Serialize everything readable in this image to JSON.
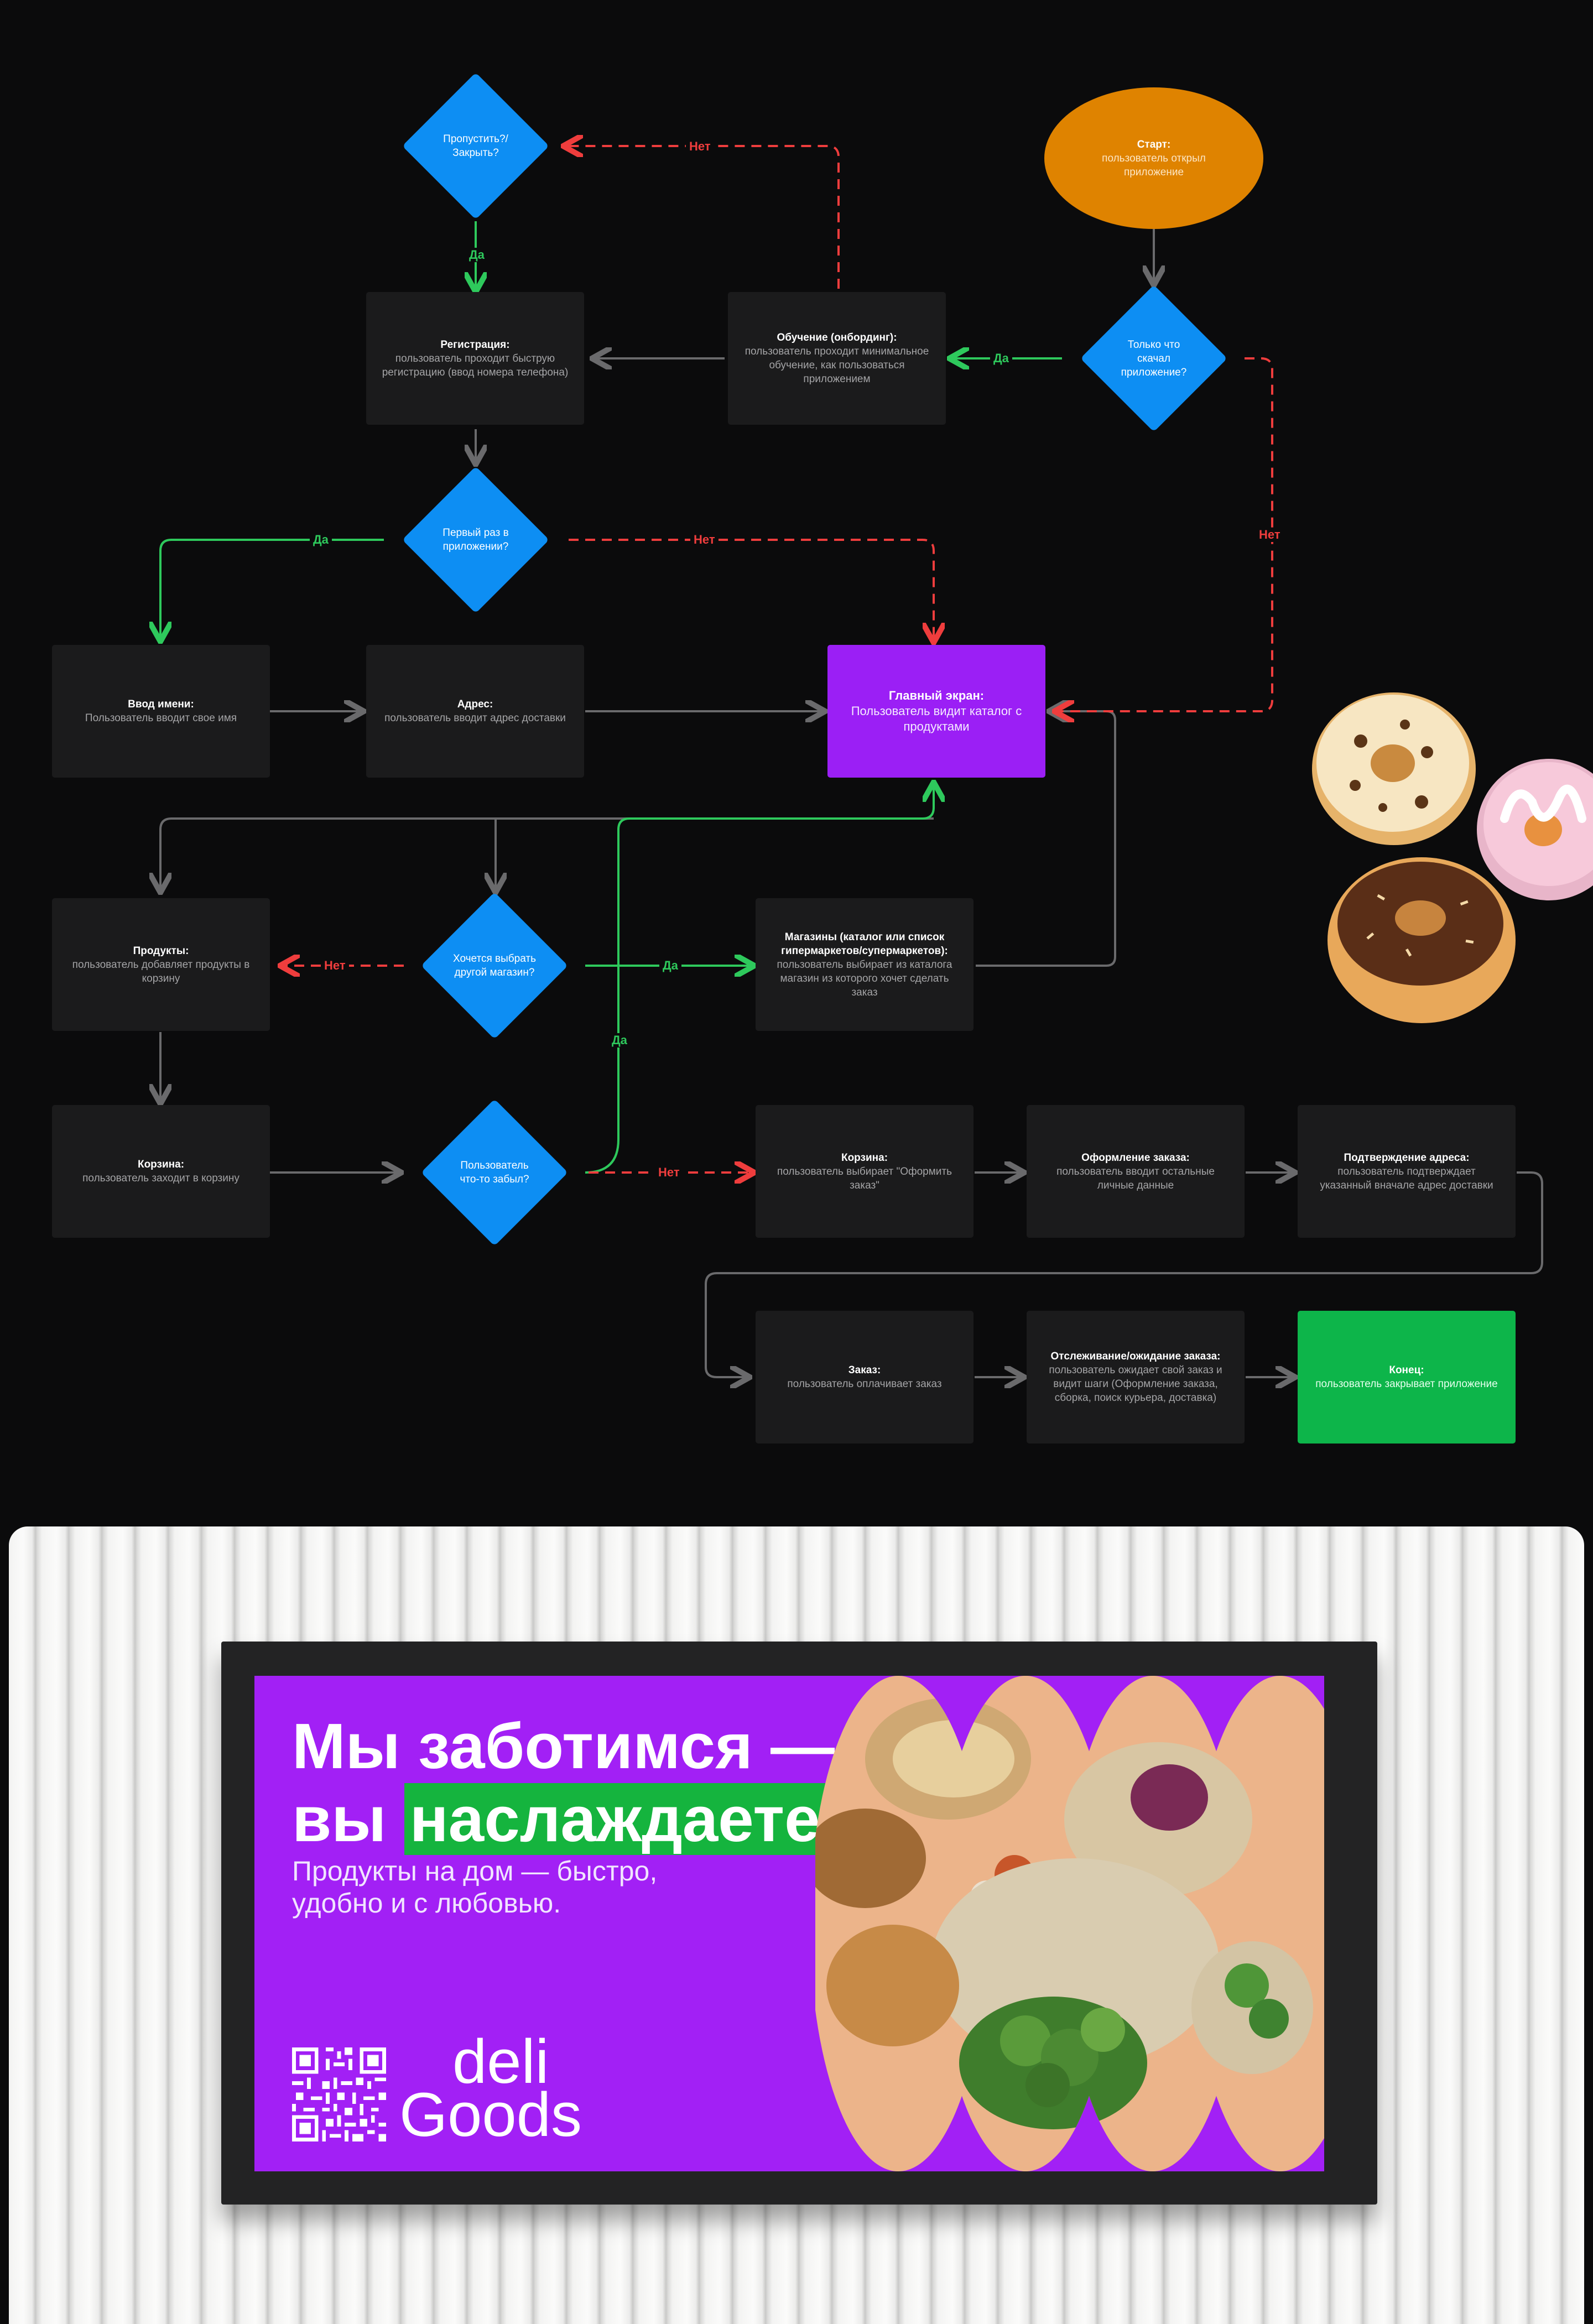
{
  "flowchart": {
    "colors": {
      "background": "#0b0b0c",
      "box": "#1b1b1c",
      "decision": "#0d8ef3",
      "start": "#df8300",
      "main": "#9b1ff5",
      "end": "#0db54a",
      "yes": "#2ec95c",
      "no": "#ef3d3d",
      "neutral": "#6a6a6c"
    },
    "start": {
      "title": "Старт:",
      "desc": "пользователь открыл приложение"
    },
    "decisions": {
      "just_downloaded": "Только что скачал приложение?",
      "skip": "Пропустить?/ Закрыть?",
      "first_time": "Первый раз в приложении?",
      "other_store": "Хочется выбрать другой магазин?",
      "forgot": "Пользователь что-то забыл?"
    },
    "boxes": {
      "onboarding": {
        "title": "Обучение (онбординг):",
        "desc": "пользователь проходит минимальное обучение, как пользоваться приложением"
      },
      "registration": {
        "title": "Регистрация:",
        "desc": "пользователь проходит быструю регистрацию (ввод номера телефона)"
      },
      "name": {
        "title": "Ввод имени:",
        "desc": "Пользователь вводит свое имя"
      },
      "address": {
        "title": "Адрес:",
        "desc": "пользователь вводит адрес доставки"
      },
      "main_screen": {
        "title": "Главный экран:",
        "desc": "Пользователь видит каталог с продуктами"
      },
      "products": {
        "title": "Продукты:",
        "desc": "пользователь добавляет продукты в корзину"
      },
      "stores": {
        "title": "Магазины (каталог или список гипермаркетов/супермаркетов):",
        "desc": "пользователь выбирает из каталога магазин из которого хочет сделать заказ"
      },
      "cart1": {
        "title": "Корзина:",
        "desc": "пользователь заходит в корзину"
      },
      "cart2": {
        "title": "Корзина:",
        "desc": "пользователь выбирает \"Оформить заказ\""
      },
      "checkout": {
        "title": "Оформление заказа:",
        "desc": "пользователь вводит остальные личные данные"
      },
      "confirm": {
        "title": "Подтверждение адреса:",
        "desc": "пользователь подтверждает указанный вначале адрес доставки"
      },
      "order": {
        "title": "Заказ:",
        "desc": "пользователь оплачивает заказ"
      },
      "tracking": {
        "title": "Отслеживание/ожидание заказа:",
        "desc": "пользователь ожидает свой заказ и видит шаги (Оформление заказа, сборка, поиск курьера, доставка)"
      },
      "end": {
        "title": "Конец:",
        "desc": "пользователь закрывает приложение"
      }
    },
    "labels": {
      "yes": "Да",
      "no": "Нет"
    }
  },
  "billboard": {
    "headline_line1": "Мы заботимся —",
    "headline_line2_prefix": "вы ",
    "headline_line2_highlight": "наслаждаетесь!",
    "subline": "Продукты на дом — быстро, удобно и с любовью.",
    "logo_top": "deli",
    "logo_bottom": "Goods",
    "colors": {
      "board": "#a220f5",
      "highlight": "#15b43e",
      "frame": "#232324"
    }
  }
}
